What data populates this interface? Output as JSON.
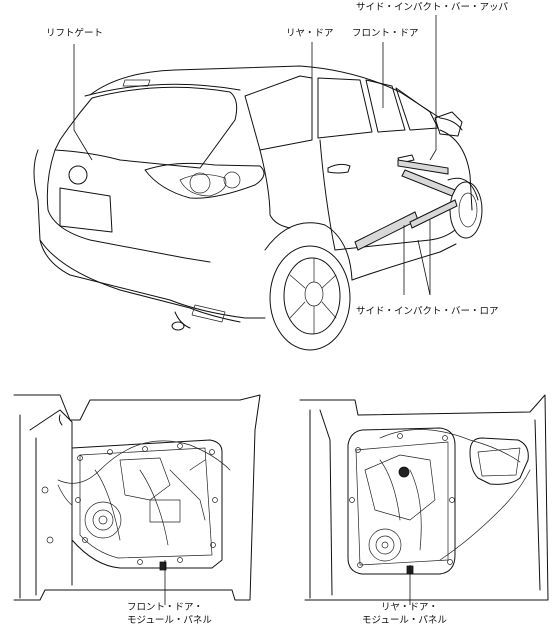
{
  "labels": {
    "liftgate": "リフトゲート",
    "rear_door": "リヤ・ドア",
    "front_door": "フロント・ドア",
    "side_impact_bar_upper": "サイド・インパクト・バー・アッパ",
    "side_impact_bar_lower": "サイド・インパクト・バー・ロア",
    "front_door_module_panel_line1": "フロント・ドア・",
    "front_door_module_panel_line2": "モジュール・パネル",
    "rear_door_module_panel_line1": "リヤ・ドア・",
    "rear_door_module_panel_line2": "モジュール・パネル"
  }
}
